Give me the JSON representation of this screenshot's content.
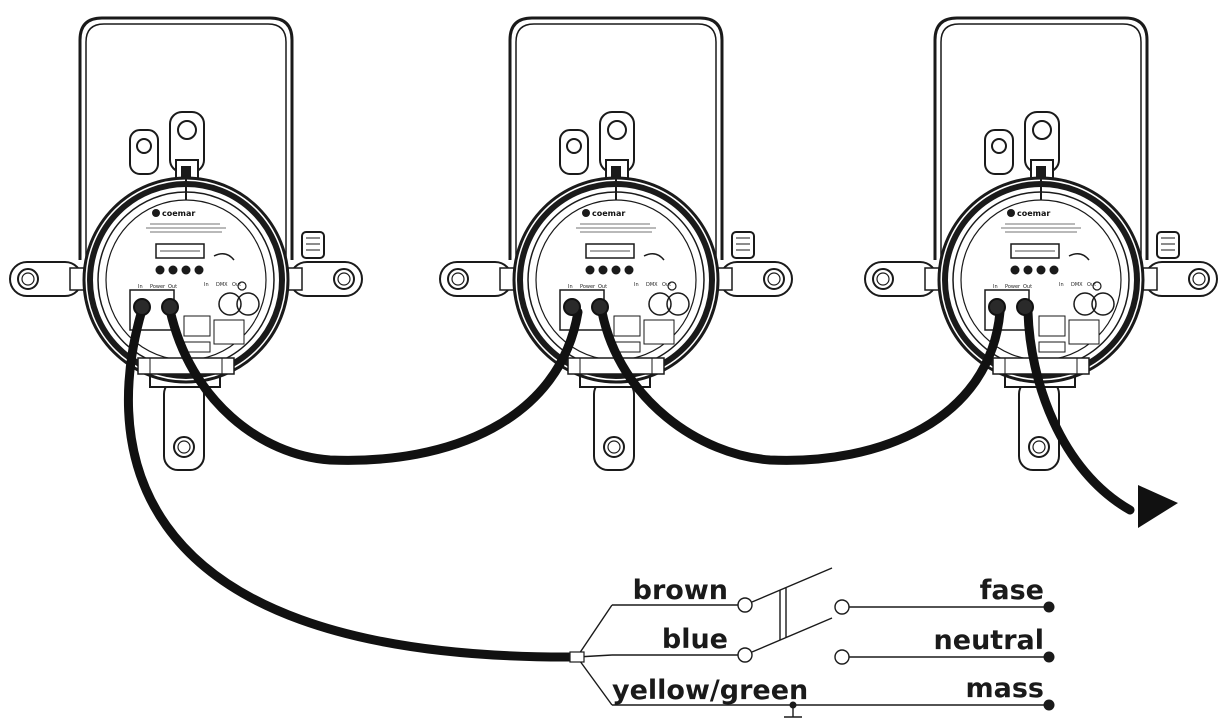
{
  "fixture": {
    "brand": "coemar",
    "power_label": "Power",
    "in_label": "In",
    "out_label": "Out",
    "dmx_label": "DMX"
  },
  "wiring": {
    "brown": "brown",
    "blue": "blue",
    "yellow_green": "yellow/green",
    "fase": "fase",
    "neutral": "neutral",
    "mass": "mass"
  },
  "colors": {
    "line": "#1a1a1a",
    "cable": "#111111"
  }
}
